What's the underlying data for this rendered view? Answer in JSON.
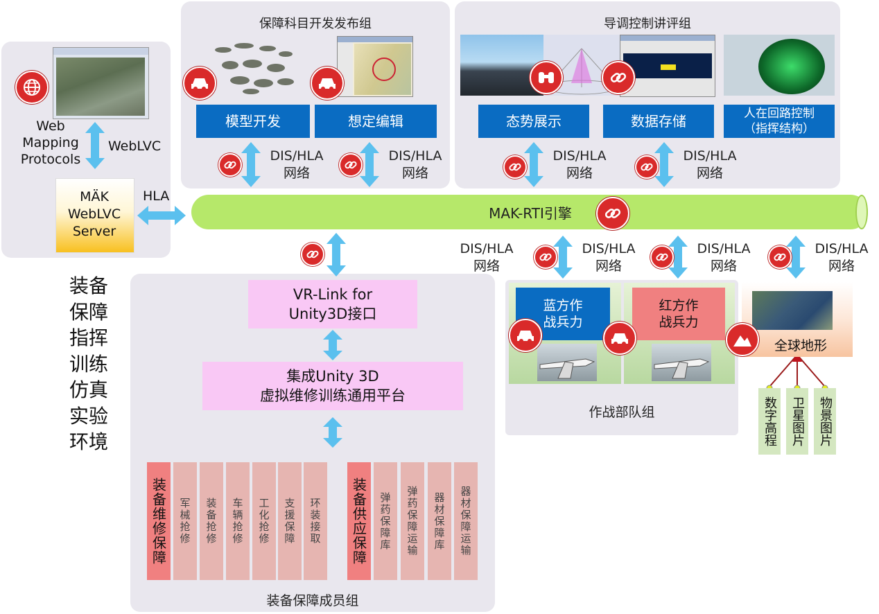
{
  "panels": {
    "web": {
      "label_web_protocols": "Web\nMapping\nProtocols",
      "label_weblvc": "WebLVC",
      "server_label": "MÄK\nWebLVC\nServer",
      "hla_label": "HLA"
    },
    "dev_group": {
      "title": "保障科目开发发布组",
      "btn_model": "模型开发",
      "btn_scenario": "想定编辑"
    },
    "control_group": {
      "title": "导调控制讲评组",
      "btn_situation": "态势展示",
      "btn_data": "数据存储",
      "btn_human": "人在回路控制\n（指挥结构）"
    },
    "combat_group": {
      "title": "作战部队组",
      "blue": "蓝方作\n战兵力",
      "red": "红方作\n战兵力"
    },
    "support_group": {
      "title": "装备保障成员组",
      "vrlink": "VR-Link for\nUnity3D接口",
      "platform": "集成Unity 3D\n虚拟维修训练通用平台"
    }
  },
  "network_label": "DIS/HLA\n网络",
  "rti_label": "MAK-RTI引擎",
  "side_title": "装备\n保障\n指挥\n训练\n仿真\n实验\n环境",
  "terrain": {
    "label": "全球地形",
    "sources": [
      "数字高程",
      "卫星图片",
      "物景图片"
    ]
  },
  "maintenance": {
    "header": "装备维修保障",
    "items": [
      "军械抢修",
      "装备抢修",
      "车辆抢修",
      "工化抢修",
      "支援保障",
      "环装接取"
    ]
  },
  "supply": {
    "header": "装备供应保障",
    "items": [
      "弹药保障库",
      "弹药保障运输",
      "器材保障库",
      "器材保障运输"
    ]
  },
  "colors": {
    "blue_box": "#0a6cc2",
    "red_badge": "#d92a2a",
    "pipe": "#b6e86a",
    "arrow": "#5bc0ee",
    "panel": "#e9e7ee",
    "pink": "#f9c8f5",
    "salmon": "#f08080"
  },
  "icons": [
    "globe-icon",
    "chain-link-icon",
    "car-icon",
    "binoculars-icon",
    "mountain-icon"
  ]
}
